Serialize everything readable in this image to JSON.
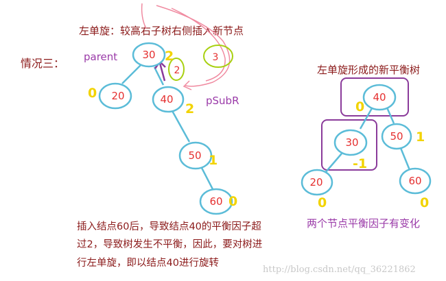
{
  "title_left": "左单旋：较高右子树右侧插入新节点",
  "case_label": "情况三：",
  "label_parent": "parent",
  "label_psubr": "pSubR",
  "title_right": "左单旋形成的新平衡树",
  "caption_right": "两个节点平衡因子有变化",
  "explanation": [
    "插入结点60后，导致结点40的平衡因子超",
    "过2，导致树发生不平衡，因此，要对树进",
    "行左单旋，即以结点40进行旋转"
  ],
  "watermark": "http://blog.csdn.net/qq_36221862",
  "before_tree": {
    "nodes": [
      "30",
      "20",
      "40",
      "50",
      "60"
    ],
    "balance_factors": [
      "2",
      "0",
      "2",
      "1",
      "0"
    ],
    "annotation_node": "3",
    "annotation_small": "2"
  },
  "after_tree": {
    "nodes": [
      "40",
      "30",
      "50",
      "20",
      "60"
    ],
    "balance_factors": [
      "0",
      "-1",
      "1",
      "0",
      "0"
    ]
  },
  "colors": {
    "node_border": "#5bbcd8",
    "node_text": "#e53030",
    "balance_factor": "#f2d300",
    "highlight_purple": "#8a3a9a",
    "annotation_green": "#a8d010",
    "rotation_pink": "#f08aa0",
    "title_red": "#8b1a1a"
  }
}
